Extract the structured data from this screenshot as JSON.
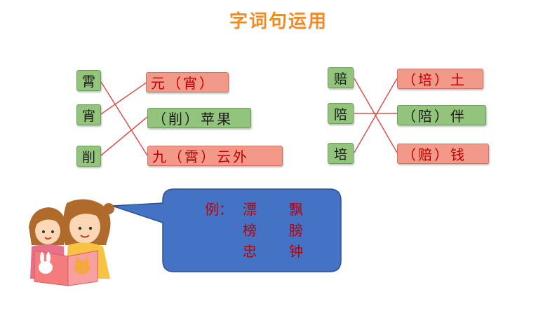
{
  "title": "字词句运用",
  "left": {
    "chars": [
      "霄",
      "宵",
      "削"
    ],
    "phrases": [
      "元（宵）",
      "（削）苹果",
      "九（霄）云外"
    ]
  },
  "right": {
    "chars": [
      "赔",
      "陪",
      "培"
    ],
    "phrases": [
      "（培）土",
      "（陪）伴",
      "（赔）钱"
    ]
  },
  "example": {
    "label": "例：",
    "pairs": [
      [
        "漂",
        "飘"
      ],
      [
        "榜",
        "膀"
      ],
      [
        "忠",
        "钟"
      ]
    ]
  },
  "colors": {
    "title": "#f08a24",
    "char_box": "#92c47c",
    "phrase_box_red": "#f3998a",
    "phrase_box_green": "#92c47c",
    "bubble": "#4472c4",
    "text_red": "#c00000"
  }
}
